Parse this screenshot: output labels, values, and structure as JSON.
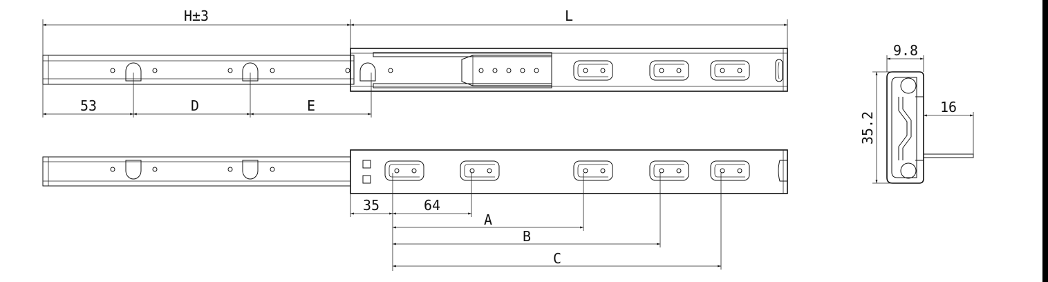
{
  "drawing": {
    "dimensions": {
      "h_tolerance": "H±3",
      "length": "L",
      "d53": "53",
      "d": "D",
      "e": "E",
      "d35": "35",
      "d64": "64",
      "a": "A",
      "b": "B",
      "c": "C",
      "width_9_8": "9.8",
      "height_35_2": "35.2",
      "d16": "16"
    }
  }
}
